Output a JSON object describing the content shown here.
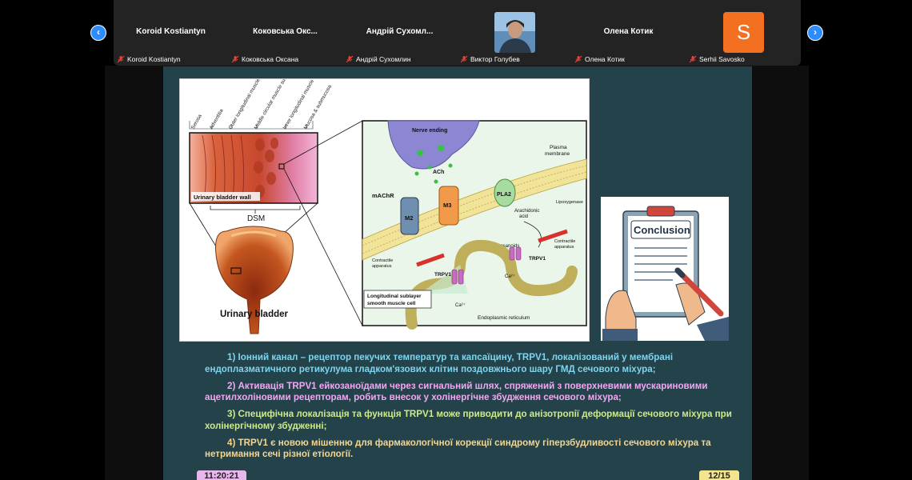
{
  "participants": [
    {
      "name": "Koroid Kostiantyn",
      "label": "Koroid Kostiantyn"
    },
    {
      "name": "Коковська Окс...",
      "label": "Коковська Оксана"
    },
    {
      "name": "Андрій Сухомл...",
      "label": "Андрій Сухомлин"
    },
    {
      "name": "",
      "label": "Виктор Голубев"
    },
    {
      "name": "Олена Котик",
      "label": "Олена Котик"
    },
    {
      "name": "",
      "label": "Serhii Savosko"
    }
  ],
  "avatar_initial": "S",
  "nav": {
    "prev": "‹",
    "next": "›"
  },
  "colors": {
    "strip_bg": "#232323",
    "nav_blue": "#2d8cff",
    "avatar_orange": "#f2701f",
    "slide_bg": "#23424a",
    "mic_red": "#e0443b"
  },
  "slide": {
    "figure_left": {
      "layers": [
        "Serosa",
        "Adventitia",
        "Outer longitudinal muscle sublayer",
        "Middle circular muscle sublayer",
        "Inner longitudinal muscle sublayer",
        "Mucosa & submucosa"
      ],
      "wall_label": "Urinary bladder wall",
      "dsm_label": "DSM",
      "bladder_label": "Urinary bladder",
      "inset": {
        "nerve": "Nerve ending",
        "ach": "ACh",
        "membrane_line1": "Plasma",
        "membrane_line2": "membrane",
        "machr": "mAChR",
        "m2": "M2",
        "m3": "M3",
        "pla2": "PLA2",
        "arach_line1": "Arachidonic",
        "arach_line2": "acid",
        "lipox": "Lipoxygenase",
        "eicos": "Eicosanoids",
        "contractile_line1": "Contractile",
        "contractile_line2": "apparatus",
        "trpv1": "TRPV1",
        "ca": "Ca²⁺",
        "cell_line1": "Longitudinal sublayer",
        "cell_line2": "smooth muscle cell",
        "er": "Endoplasmic reticulum"
      }
    },
    "figure_right": {
      "title": "Conclusion"
    },
    "bullets": [
      {
        "text": "1) Іонний канал – рецептор пекучих температур та капсаїцину, TRPV1, локалізований у мембрані ендоплазматичного ретикулума гладком'язових клітин поздовжнього шару ГМД сечового міхура;",
        "color": "#7fd4ef"
      },
      {
        "text": "2) Активація TRPV1 ейкозаноїдами через сигнальний шлях, спряжений з поверхневими мускариновими ацетилхоліновими рецепторам, робить внесок у холінергічне збудження сечового міхура;",
        "color": "#f0a8f2"
      },
      {
        "text": "3) Специфічна локалізація та функція TRPV1 може приводити до анізотропії деформації сечового міхура при холінергічному збудженні;",
        "color": "#cdeb8b"
      },
      {
        "text": "4) TRPV1 є новою мішенню для фармакологічної корекції синдрому гіперзбудливості сечового міхура та нетримання сечі різної етіології.",
        "color": "#f6d58f"
      }
    ],
    "clock": "11:20:21",
    "page": "12/15"
  }
}
